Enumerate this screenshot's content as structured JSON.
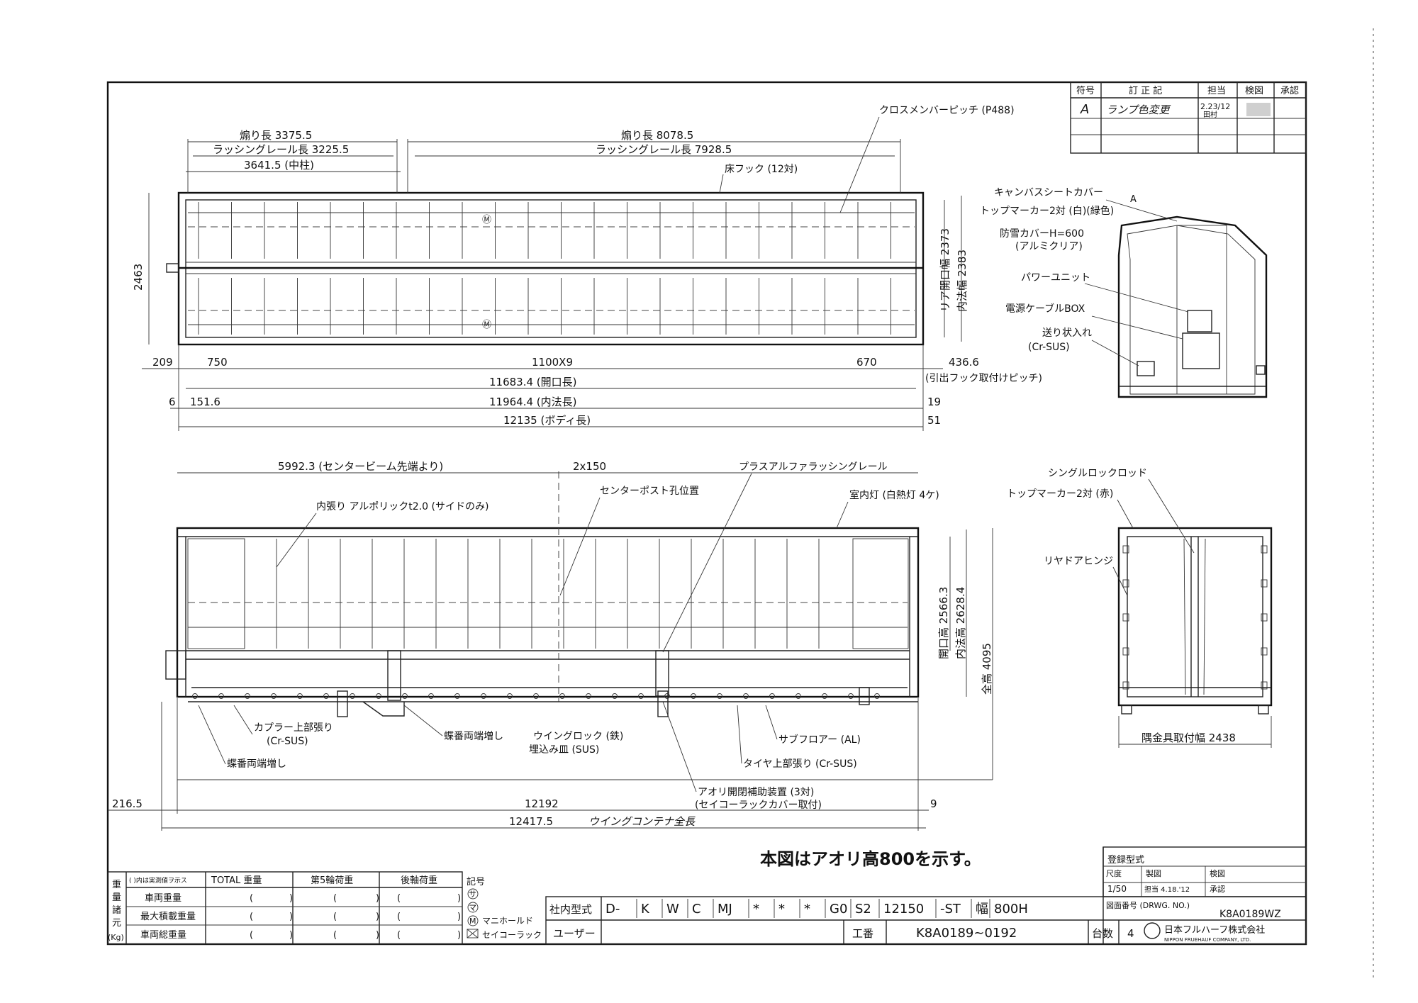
{
  "revision": {
    "headers": [
      "符号",
      "訂 正 記",
      "担当",
      "検図",
      "承認"
    ],
    "rows": [
      {
        "mark": "A",
        "desc": "ランプ色変更",
        "date": "2.23/12",
        "signed": "田村"
      }
    ]
  },
  "top_view": {
    "dims": {
      "gauge_length_front": "煽り長 3375.5",
      "lashing_rail_front": "ラッシングレール長 3225.5",
      "center_pillar": "3641.5 (中柱)",
      "gauge_length_rear": "煽り長 8078.5",
      "lashing_rail_rear": "ラッシングレール長 7928.5",
      "width_2463": "2463",
      "rear_opening": "リア開口幅 2373",
      "inner_width": "内法幅 2383",
      "d209": "209",
      "d750": "750",
      "pitch": "1100X9",
      "d670": "670",
      "hook_pitch": "436.6",
      "hook_pitch_note": "(引出フック取付けピッチ)",
      "opening_length": "11683.4 (開口長)",
      "d6": "6",
      "d151": "151.6",
      "inner_length": "11964.4 (内法長)",
      "d19": "19",
      "body_length": "12135 (ボディ長)",
      "d51": "51"
    },
    "labels": {
      "cross_member": "クロスメンバーピッチ (P488)",
      "floor_hook": "床フック (12対)"
    }
  },
  "end_view": {
    "labels": {
      "canvas_cover": "キャンバスシートカバー",
      "top_marker": "トップマーカー2対 (白)(緑色)",
      "guard_cover": "防雪カバーH=600",
      "guard_cover_sub": "(アルミクリア)",
      "power_unit": "パワーユニット",
      "cable_box": "電源ケーブルBOX",
      "stopper": "送り状入れ",
      "stopper_sub": "(Cr-SUS)"
    },
    "rev_mark": "A"
  },
  "side_view": {
    "dims": {
      "from_center_beam": "5992.3 (センタービーム先端より)",
      "d2x150": "2x150",
      "opening_height": "開口高 2566.3",
      "inner_height": "内法高 2628.4",
      "total_height": "全高 4095",
      "d216": "216.5",
      "d12192": "12192",
      "d9": "9",
      "total_length": "12417.5",
      "total_length_note": "ウイングコンテナ全長"
    },
    "labels": {
      "center_post": "センターポスト孔位置",
      "plus_alpha_rail": "プラスアルファラッシングレール",
      "interior_light": "室内灯 (白熱灯 4ケ)",
      "inner_lining": "内張り アルポリックt2.0 (サイドのみ)",
      "coupler": "カプラー上部張り",
      "coupler_sub": "(Cr-SUS)",
      "hinge_ext1": "蝶番両端増し",
      "hinge_ext2": "蝶番両端増し",
      "wing_lock": "ウイングロック (鉄)",
      "wing_lock_sub": "埋込み皿 (SUS)",
      "sub_floor": "サブフロアー (AL)",
      "tire_cover": "タイヤ上部張り (Cr-SUS)",
      "aori_assist": "アオリ開閉補助装置 (3対)",
      "aori_assist_sub": "(セイコーラックカバー取付)"
    }
  },
  "rear_view": {
    "labels": {
      "single_lock": "シングルロックロッド",
      "top_marker_red": "トップマーカー2対 (赤)",
      "rear_hinge": "リヤドアヒンジ",
      "corner_width": "隅金具取付幅 2438"
    }
  },
  "note": "本図はアオリ高800を示す。",
  "weight_table": {
    "side_label": [
      "重",
      "量",
      "諸",
      "元",
      "(Kg)"
    ],
    "col_heads": [
      "( )内は実測値ヲ示ス",
      "TOTAL 重量",
      "第5輪荷重",
      "後軸荷重"
    ],
    "rows": [
      "車両重量",
      "最大積載重量",
      "車両総重量"
    ],
    "paren": [
      "(",
      ")"
    ]
  },
  "legend": {
    "title": "記号",
    "items": [
      {
        "sym": "サ",
        "label": ""
      },
      {
        "sym": "マ",
        "label": ""
      },
      {
        "sym": "M",
        "label": "マニホールド"
      },
      {
        "sym": "X",
        "label": "セイコーラック"
      }
    ]
  },
  "title_block": {
    "model_label": "社内型式",
    "model_cells": [
      "D-",
      "K",
      "W",
      "C",
      "MJ",
      "*",
      "*",
      "*",
      "G0",
      "S2",
      "12150",
      "-ST",
      "幅",
      "800H"
    ],
    "user_label": "ユーザー",
    "work_no_label": "工番",
    "work_no": "K8A0189~0192",
    "qty_label": "台数",
    "qty": "4",
    "registered_type": "登録型式",
    "scale_label": "尺度",
    "scale": "1/50",
    "designer_label": "製図",
    "checker_label": "検図",
    "approver_label": "承認",
    "date": "担当 4.18.'12",
    "drawing_no_label": "図面番号 (DRWG. NO.)",
    "drawing_no": "K8A0189WZ",
    "company": "日本フルハーフ株式会社",
    "company_en": "NIPPON FRUEHAUF COMPANY, LTD."
  }
}
